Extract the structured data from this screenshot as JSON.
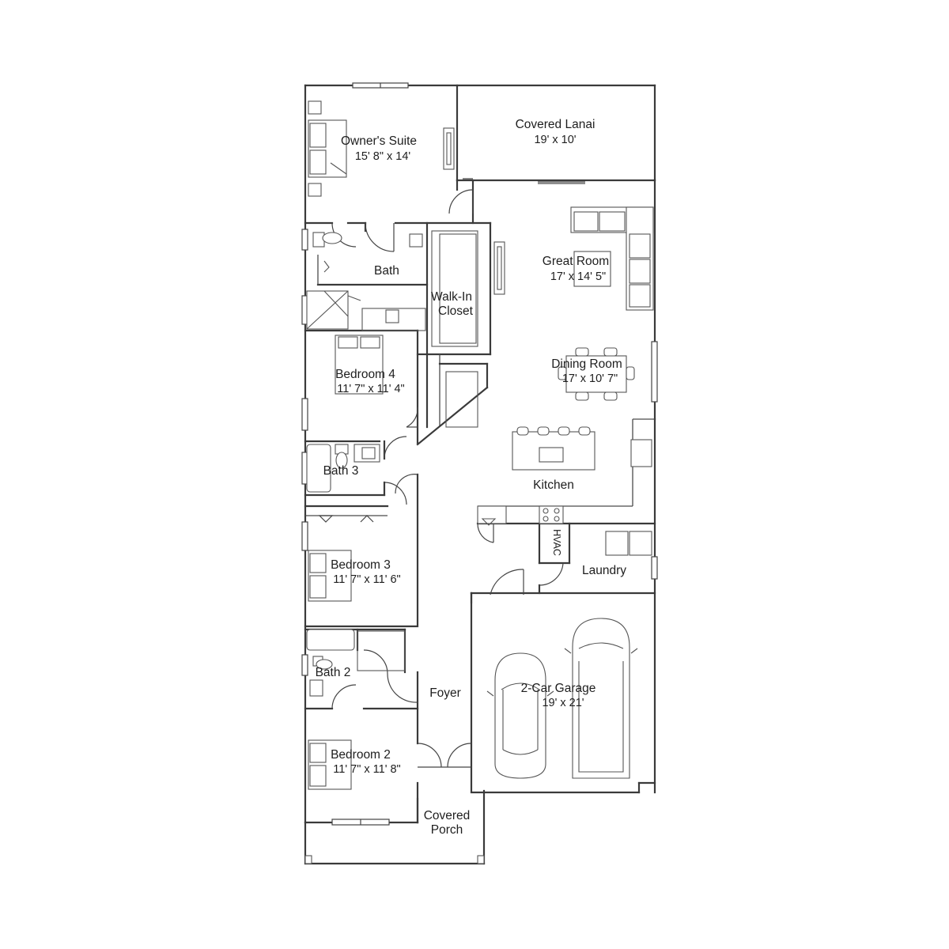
{
  "rooms": {
    "owners_suite": {
      "name": "Owner's Suite",
      "dims": "15' 8\" x 14'"
    },
    "covered_lanai": {
      "name": "Covered Lanai",
      "dims": "19' x 10'"
    },
    "owners_bath": {
      "name": "Bath"
    },
    "walk_in_closet": {
      "line1": "Walk-In",
      "line2": "Closet"
    },
    "great_room": {
      "name": "Great Room",
      "dims": "17' x 14' 5\""
    },
    "bedroom4": {
      "name": "Bedroom 4",
      "dims": "11' 7\" x 11' 4\""
    },
    "dining_room": {
      "name": "Dining Room",
      "dims": "17' x 10' 7\""
    },
    "bath3": {
      "name": "Bath 3"
    },
    "kitchen": {
      "name": "Kitchen"
    },
    "hvac": {
      "name": "HVAC"
    },
    "laundry": {
      "name": "Laundry"
    },
    "bedroom3": {
      "name": "Bedroom 3",
      "dims": "11' 7\" x 11' 6\""
    },
    "bath2": {
      "name": "Bath 2"
    },
    "foyer": {
      "name": "Foyer"
    },
    "garage": {
      "name": "2-Car Garage",
      "dims": "19' x 21'"
    },
    "bedroom2": {
      "name": "Bedroom 2",
      "dims": "11' 7\" x 11' 8\""
    },
    "covered_porch": {
      "line1": "Covered",
      "line2": "Porch"
    }
  },
  "colors": {
    "wall": "#3a3a3a",
    "background": "#ffffff"
  }
}
